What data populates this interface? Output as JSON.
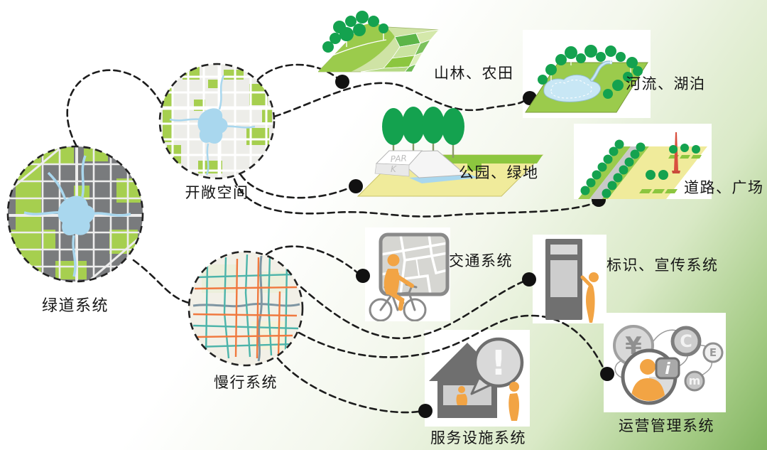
{
  "diagram": {
    "core": {
      "greenway": "绿道系统",
      "open_space": "开敞空间",
      "slow_traffic": "慢行系统"
    },
    "branches": {
      "forest": "山林、农田",
      "river": "河流、湖泊",
      "park": "公园、绿地",
      "road": "道路、广场",
      "transport": "交通系统",
      "signage": "标识、宣传系统",
      "service": "服务设施系统",
      "operation": "运营管理系统"
    },
    "glyphs": {
      "park1": "PAR",
      "park2": "K",
      "bang": "!",
      "yen": "¥",
      "c": "C",
      "e": "E",
      "i": "i",
      "m": "m"
    },
    "colors": {
      "dash_line": "#1c1c1c",
      "figure_orange": "#F2A444",
      "tree_green": "#14A24F",
      "map_green": "#A6CF4F",
      "water_blue": "#A9D7EE",
      "icon_gray": "#707070",
      "plaza_yellow": "#F0EB9B",
      "route_teal": "#4DB4AA",
      "route_orange": "#F0793F",
      "background_green": "#82B560"
    }
  }
}
